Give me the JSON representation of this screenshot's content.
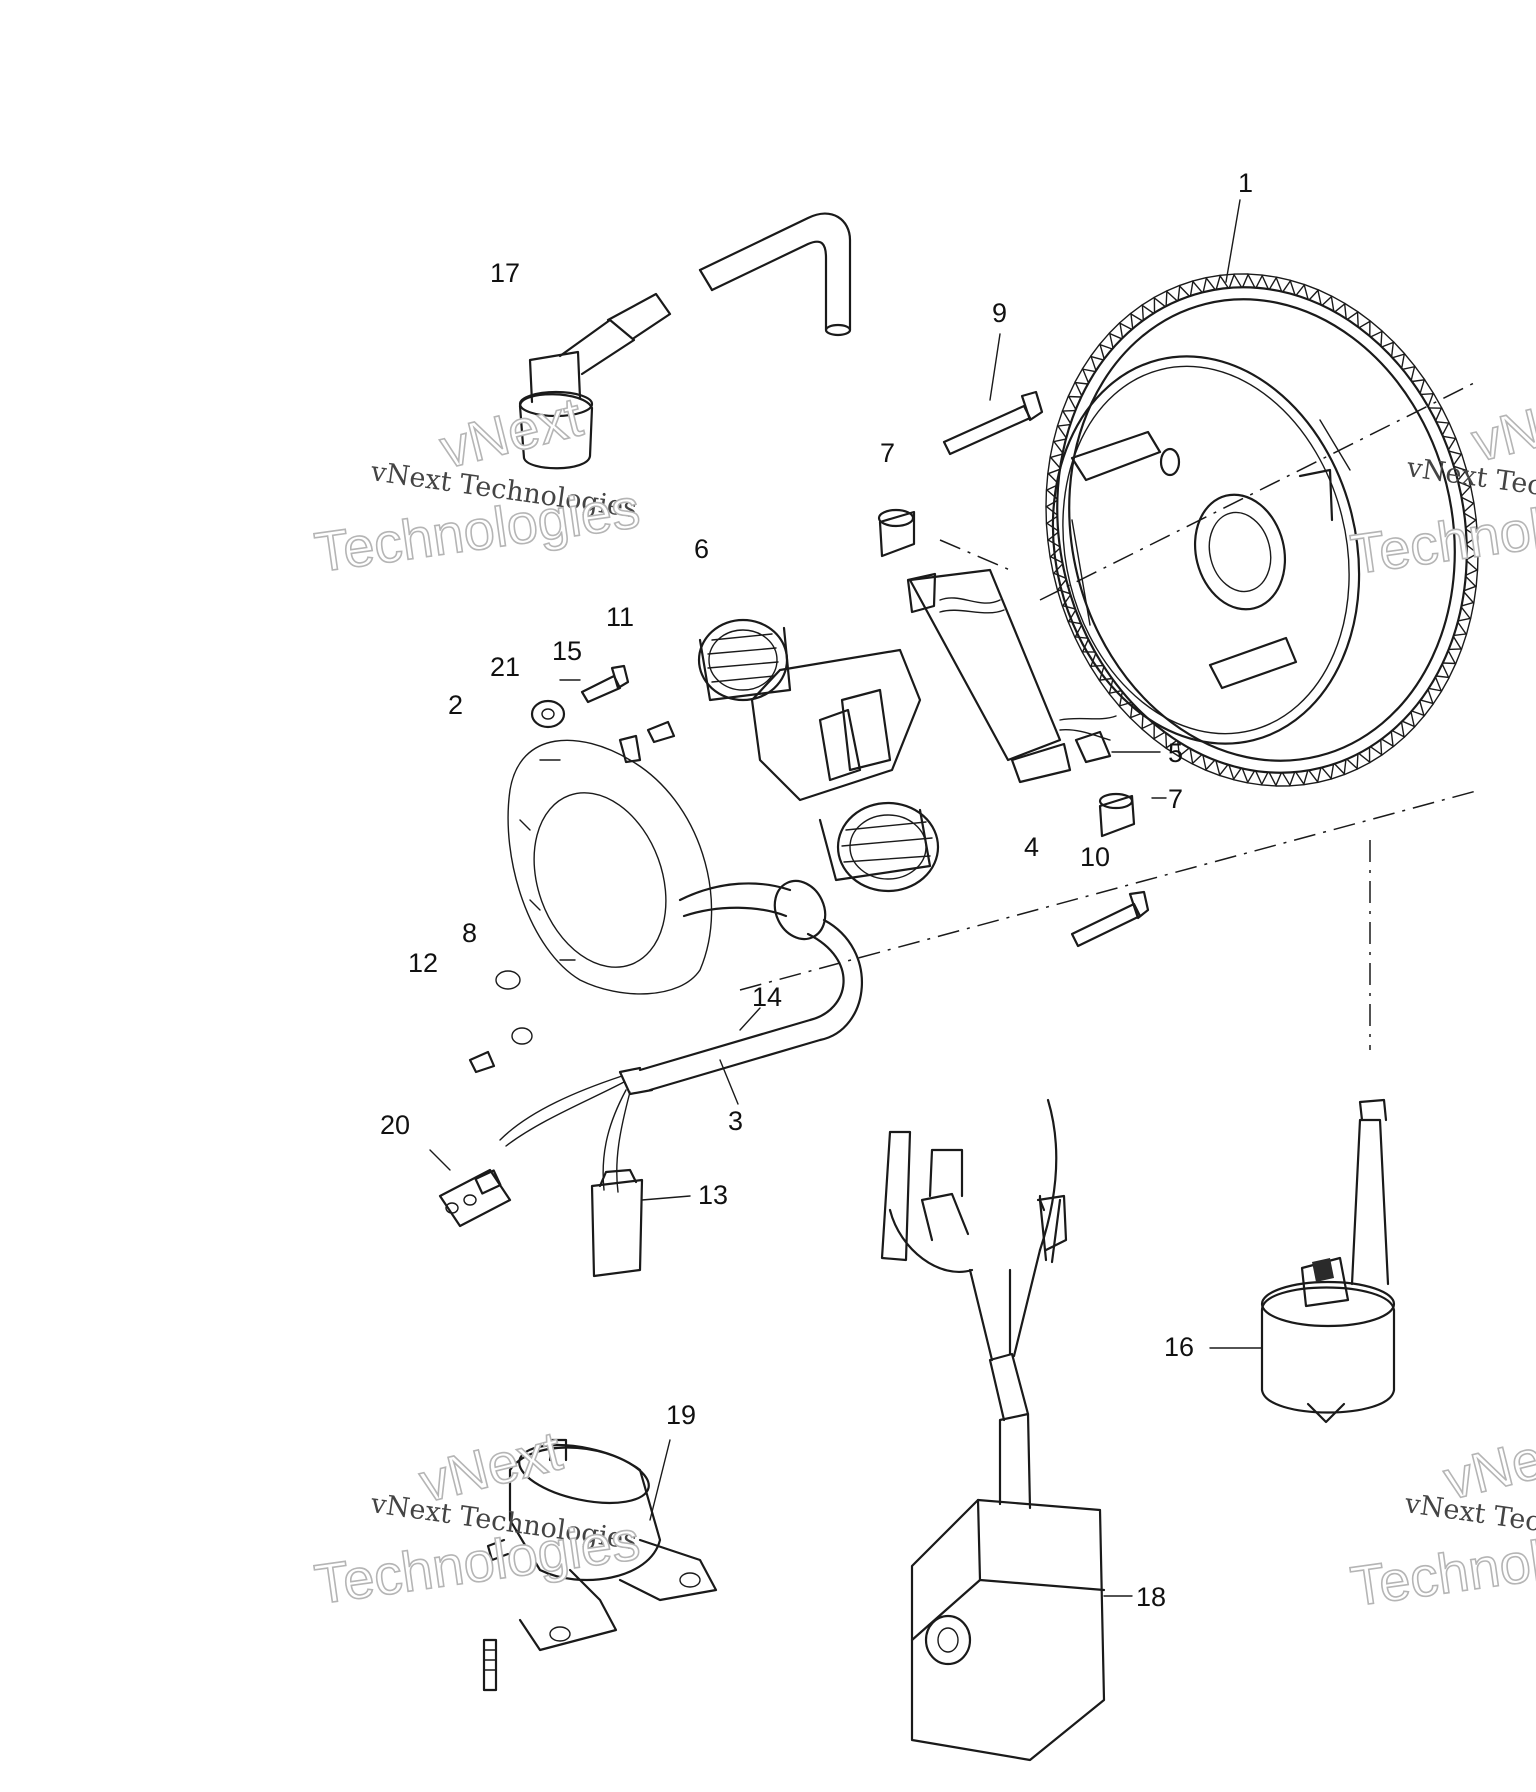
{
  "callouts": [
    {
      "id": "1",
      "text": "1"
    },
    {
      "id": "2",
      "text": "2"
    },
    {
      "id": "3",
      "text": "3"
    },
    {
      "id": "4",
      "text": "4"
    },
    {
      "id": "5",
      "text": "5"
    },
    {
      "id": "6",
      "text": "6"
    },
    {
      "id": "7a",
      "text": "7"
    },
    {
      "id": "7b",
      "text": "7"
    },
    {
      "id": "8",
      "text": "8"
    },
    {
      "id": "9",
      "text": "9"
    },
    {
      "id": "10",
      "text": "10"
    },
    {
      "id": "11",
      "text": "11"
    },
    {
      "id": "12",
      "text": "12"
    },
    {
      "id": "13",
      "text": "13"
    },
    {
      "id": "14",
      "text": "14"
    },
    {
      "id": "15",
      "text": "15"
    },
    {
      "id": "16",
      "text": "16"
    },
    {
      "id": "17",
      "text": "17"
    },
    {
      "id": "18",
      "text": "18"
    },
    {
      "id": "19",
      "text": "19"
    },
    {
      "id": "20",
      "text": "20"
    },
    {
      "id": "21",
      "text": "21"
    }
  ],
  "watermark": {
    "line": "vNext Technologies",
    "word_top": "vNext",
    "word_bottom": "Technologies"
  }
}
